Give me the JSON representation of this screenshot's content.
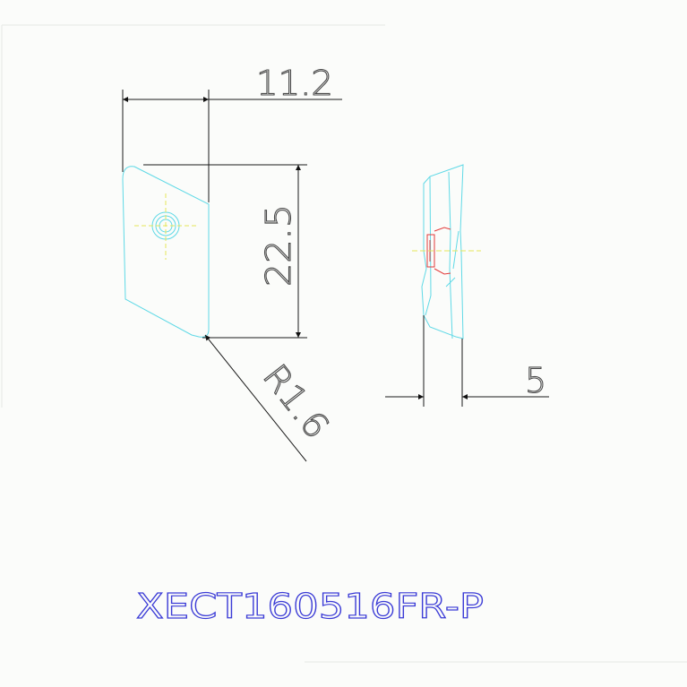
{
  "dimensions": {
    "width": "11.2",
    "height": "22.5",
    "radius": "R1.6",
    "thickness": "5"
  },
  "model_code": "XECT160516FR-P",
  "colors": {
    "background": "#fbfcfa",
    "outline": "#5fd9e6",
    "dimension": "#1a1a1a",
    "centerline": "#e6e65a",
    "detail": "#e23a3a",
    "model_text": "#3b3bd6"
  }
}
